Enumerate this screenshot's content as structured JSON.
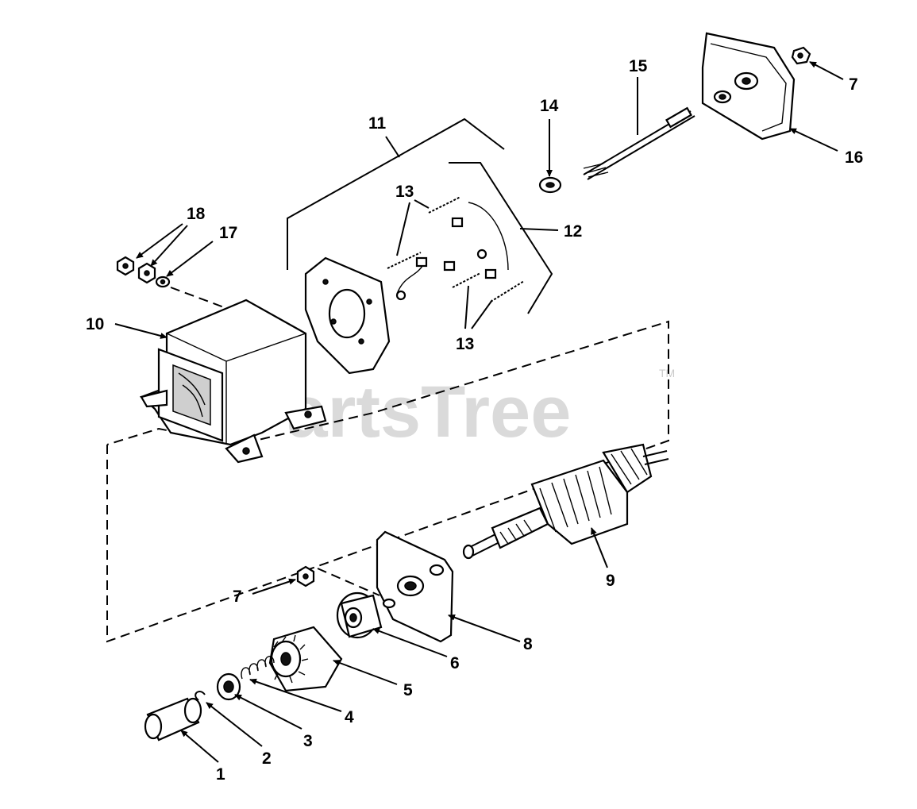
{
  "watermark": {
    "text": "PartsTree",
    "trademark": "TM"
  },
  "callouts": [
    {
      "id": "c1",
      "label": "1"
    },
    {
      "id": "c2",
      "label": "2"
    },
    {
      "id": "c3",
      "label": "3"
    },
    {
      "id": "c4",
      "label": "4"
    },
    {
      "id": "c5",
      "label": "5"
    },
    {
      "id": "c6",
      "label": "6"
    },
    {
      "id": "c7a",
      "label": "7"
    },
    {
      "id": "c7b",
      "label": "7"
    },
    {
      "id": "c8",
      "label": "8"
    },
    {
      "id": "c9",
      "label": "9"
    },
    {
      "id": "c10",
      "label": "10"
    },
    {
      "id": "c11",
      "label": "11"
    },
    {
      "id": "c12",
      "label": "12"
    },
    {
      "id": "c13a",
      "label": "13"
    },
    {
      "id": "c13b",
      "label": "13"
    },
    {
      "id": "c14",
      "label": "14"
    },
    {
      "id": "c15",
      "label": "15"
    },
    {
      "id": "c16",
      "label": "16"
    },
    {
      "id": "c17",
      "label": "17"
    },
    {
      "id": "c18",
      "label": "18"
    }
  ]
}
